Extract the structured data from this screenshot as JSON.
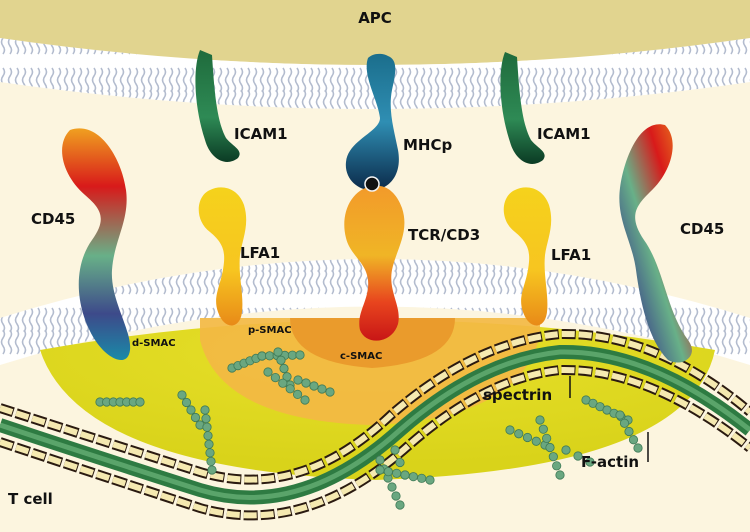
{
  "labels": {
    "apc": "APC",
    "t_cell": "T cell",
    "icam1_left": "ICAM1",
    "icam1_right": "ICAM1",
    "mhcp": "MHCp",
    "cd45_left": "CD45",
    "cd45_right": "CD45",
    "lfa1_left": "LFA1",
    "lfa1_right": "LFA1",
    "tcr_cd3": "TCR/CD3",
    "d_smac": "d-SMAC",
    "p_smac": "p-SMAC",
    "c_smac": "c-SMAC",
    "spectrin": "spectrin",
    "f_actin": "F-actin"
  },
  "colors": {
    "apc_background": "#e1d48f",
    "cell_background": "#fcf5df",
    "membrane": "#e8eaf1",
    "membrane_lipid": "#b7c0d3",
    "d_smac_zone": "#e2dd1b",
    "p_smac_zone": "#f2b63a",
    "c_smac_zone": "#eb9a2a",
    "actin_bead": "#6aa780",
    "spectrin_band": "#3f8a4f"
  }
}
